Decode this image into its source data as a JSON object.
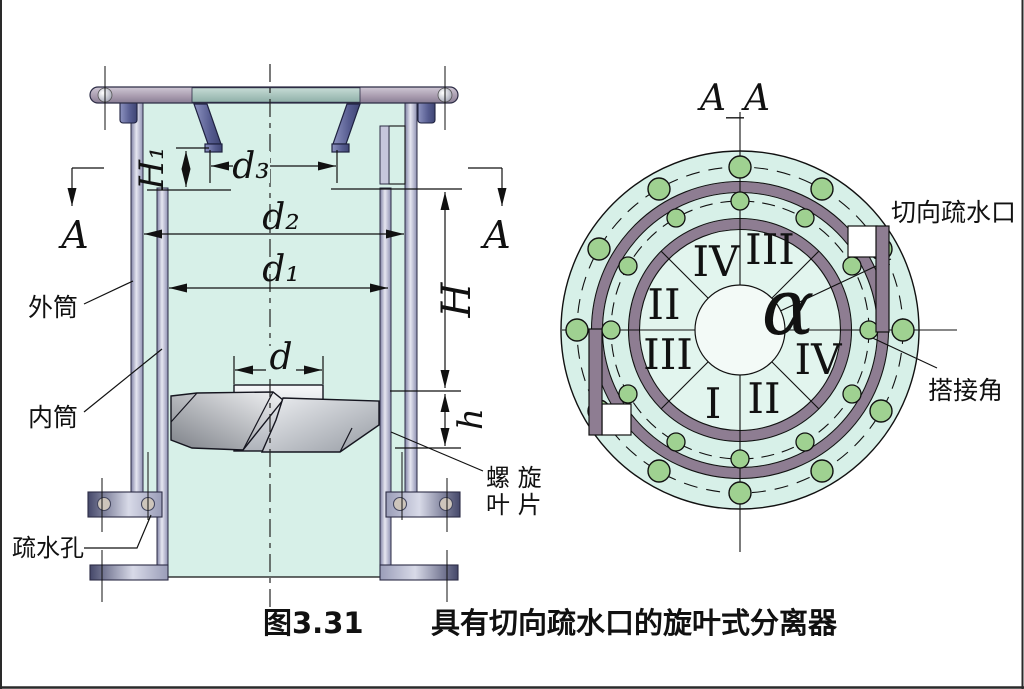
{
  "caption": {
    "number": "图3.31",
    "title": "具有切向疏水口的旋叶式分离器"
  },
  "left_view": {
    "section_marker_left": "A",
    "section_marker_right": "A",
    "dim_H1": "H₁",
    "dim_d3": "d₃",
    "dim_d2": "d₂",
    "dim_d1": "d₁",
    "dim_H": "H",
    "dim_d": "d",
    "dim_h": "h",
    "label_outer_cylinder": "外筒",
    "label_inner_cylinder": "内筒",
    "label_drain_holes": "疏水孔",
    "label_spiral_vane_line1": "螺 旋",
    "label_spiral_vane_line2": "叶 片"
  },
  "right_view": {
    "title": "A_A",
    "label_tangential_drain": "切向疏水口",
    "label_overlap_angle": "搭接角",
    "symbol_alpha": "α",
    "outer_bolt_count": 12,
    "inner_bolt_count": 12,
    "sectors": [
      {
        "label": "IV"
      },
      {
        "label": "III"
      },
      {
        "label": "II"
      },
      {
        "label": "III"
      },
      {
        "label": "I"
      },
      {
        "label": "II"
      },
      {
        "label": "IV"
      }
    ]
  },
  "colors": {
    "interior_cyan": "#d7f0e8",
    "inner_region": "#e2f5ee",
    "center_circle": "#f3faf7",
    "wall_lavender": "#b3b5d0",
    "lid_mauve": "#b2a4b6",
    "lid_teal": "#a5c2ba",
    "dark_part": "#646a9e",
    "spiral_ring": "#8e7d92",
    "bolt_green": "#9fd191",
    "line": "#111111"
  }
}
